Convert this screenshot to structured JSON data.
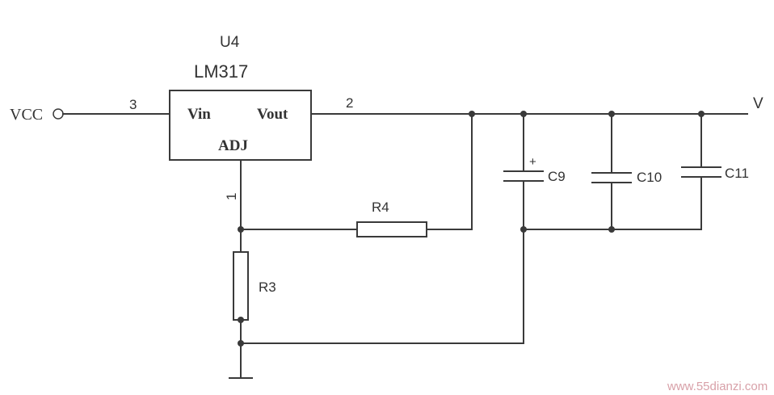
{
  "regulator": {
    "designator": "U4",
    "part_number": "LM317",
    "pin_vin": "Vin",
    "pin_vout": "Vout",
    "pin_adj": "ADJ",
    "pin_num_in": "3",
    "pin_num_out": "2",
    "pin_num_adj": "1"
  },
  "nets": {
    "input": "VCC",
    "output": "V"
  },
  "resistors": {
    "r4": "R4",
    "r3": "R3"
  },
  "capacitors": {
    "c9": "C9",
    "c9_polarity": "+",
    "c10": "C10",
    "c11": "C11"
  },
  "watermark": "www.55dianzi.com"
}
